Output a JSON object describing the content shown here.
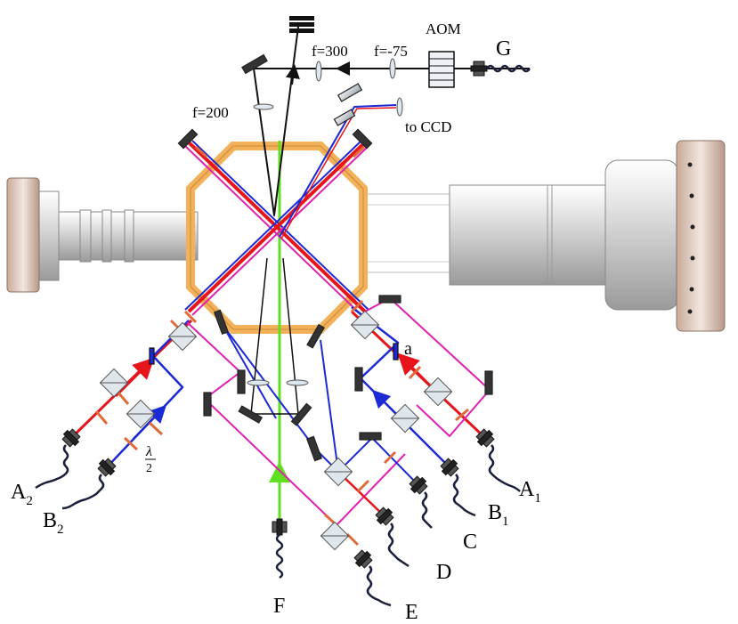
{
  "labels": {
    "aom": "AOM",
    "g": "G",
    "f300": "f=300",
    "f75": "f=-75",
    "f200": "f=200",
    "ccd": "to CCD",
    "a": "a",
    "a1": "A",
    "a1_sub": "1",
    "a2": "A",
    "a2_sub": "2",
    "b1": "B",
    "b1_sub": "1",
    "b2": "B",
    "b2_sub": "2",
    "c": "C",
    "d": "D",
    "e": "E",
    "f": "F",
    "lambda": "λ",
    "two": "2"
  },
  "colors": {
    "red": "#e8141c",
    "blue": "#1c2ad6",
    "magenta": "#e020b0",
    "green": "#5fe01e",
    "black": "#111111",
    "chamber": "#f3b15a",
    "fiber": "#1a1f3c"
  }
}
